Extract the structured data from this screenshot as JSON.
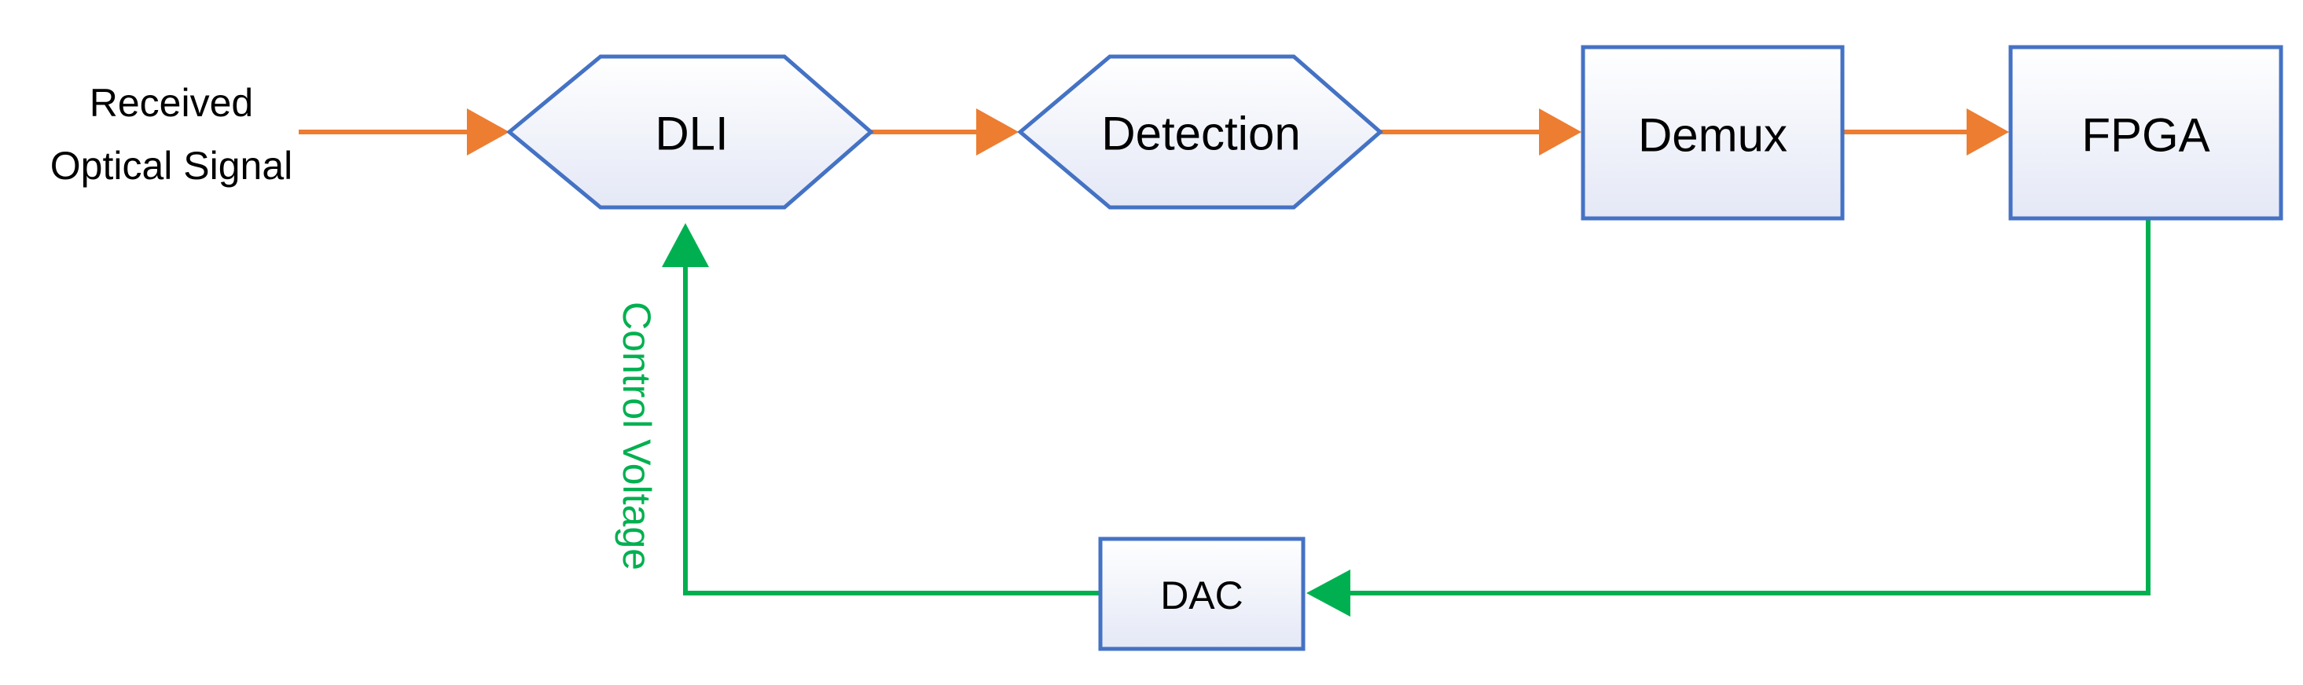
{
  "colors": {
    "signal_path": "#ED7D31",
    "feedback_path": "#00B050",
    "node_border": "#4472C4",
    "node_fill_top": "#FFFFFF",
    "node_fill_bottom": "#E4E8F6"
  },
  "input": {
    "line1": "Received",
    "line2": "Optical Signal"
  },
  "nodes": {
    "dli": {
      "label": "DLI",
      "shape": "hexagon"
    },
    "detection": {
      "label": "Detection",
      "shape": "hexagon"
    },
    "demux": {
      "label": "Demux",
      "shape": "rectangle"
    },
    "fpga": {
      "label": "FPGA",
      "shape": "rectangle"
    },
    "dac": {
      "label": "DAC",
      "shape": "rectangle"
    }
  },
  "feedback": {
    "label": "Control Voltage"
  }
}
